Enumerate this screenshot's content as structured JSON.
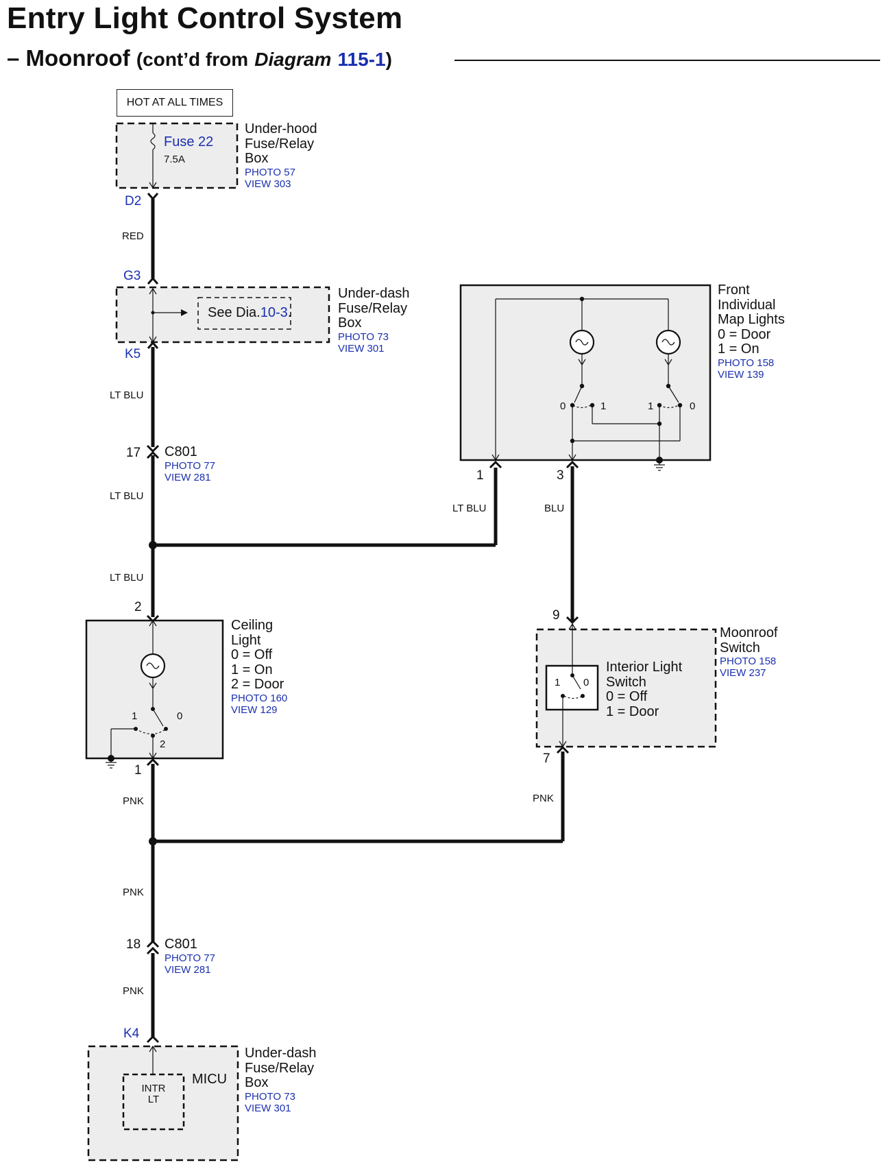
{
  "title": "Entry Light Control System",
  "subtitle": {
    "dash": "–",
    "main": "Moonroof",
    "cont_open": "(cont’d from",
    "diagram_word": "Diagram",
    "diagram_ref": "115-1",
    "cont_close": ")"
  },
  "hot_at_all_times": "HOT AT ALL TIMES",
  "underhood_box": {
    "fuse": "Fuse 22",
    "rating": "7.5A",
    "name_lines": [
      "Under-hood",
      "Fuse/Relay",
      "Box"
    ],
    "photo": "PHOTO 57",
    "view": "VIEW 303",
    "terminal": "D2"
  },
  "wire_red": "RED",
  "underdash_box_top": {
    "terminal_in": "G3",
    "terminal_out": "K5",
    "see_text": "See Dia.",
    "see_ref": "10-3",
    "see_end": ".",
    "name_lines": [
      "Under-dash",
      "Fuse/Relay",
      "Box"
    ],
    "photo": "PHOTO 73",
    "view": "VIEW 301"
  },
  "wire_lt_blu_1": "LT BLU",
  "connector_c801_top": {
    "pin": "17",
    "name": "C801",
    "photo": "PHOTO 77",
    "view": "VIEW 281"
  },
  "wire_lt_blu_2": "LT BLU",
  "wire_lt_blu_3": "LT BLU",
  "map_lights": {
    "name_lines": [
      "Front",
      "Individual",
      "Map Lights",
      "0 = Door",
      "1 = On"
    ],
    "photo": "PHOTO 158",
    "view": "VIEW 139",
    "pin_1": "1",
    "pin_3": "3",
    "sw_left_0": "0",
    "sw_left_1": "1",
    "sw_right_1": "1",
    "sw_right_0": "0"
  },
  "wire_map_ltblu": "LT BLU",
  "wire_map_blu": "BLU",
  "ceiling_light": {
    "pin_top": "2",
    "pin_bottom": "1",
    "name_lines": [
      "Ceiling",
      "Light",
      "0 = Off",
      "1 = On",
      "2 = Door"
    ],
    "photo": "PHOTO 160",
    "view": "VIEW 129",
    "pos_1": "1",
    "pos_0": "0",
    "pos_2": "2"
  },
  "moonroof_switch": {
    "pin_top": "9",
    "pin_bottom": "7",
    "name_lines": [
      "Moonroof",
      "Switch"
    ],
    "photo": "PHOTO 158",
    "view": "VIEW 237",
    "inner_lines": [
      "Interior Light",
      "Switch",
      "0 = Off",
      "1 = Door"
    ],
    "pos_1": "1",
    "pos_0": "0"
  },
  "wire_pnk_1": "PNK",
  "wire_pnk_2": "PNK",
  "wire_pnk_3": "PNK",
  "wire_pnk_4": "PNK",
  "connector_c801_bottom": {
    "pin": "18",
    "name": "C801",
    "photo": "PHOTO 77",
    "view": "VIEW 281"
  },
  "underdash_box_bottom": {
    "terminal": "K4",
    "inner_lines": [
      "INTR",
      "LT"
    ],
    "micu": "MICU",
    "name_lines": [
      "Under-dash",
      "Fuse/Relay",
      "Box"
    ],
    "photo": "PHOTO 73",
    "view": "VIEW 301"
  }
}
